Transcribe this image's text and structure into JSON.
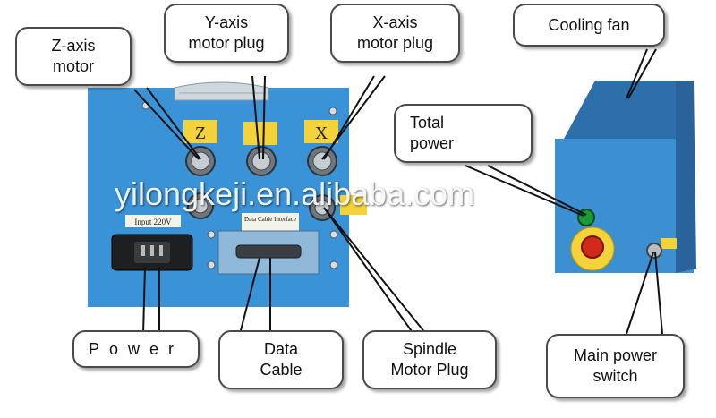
{
  "labels": {
    "z_axis_motor": "Z-axis\nmotor",
    "y_axis_motor_plug": "Y-axis\nmotor plug",
    "x_axis_motor_plug": "X-axis\nmotor plug",
    "cooling_fan": "Cooling fan",
    "total_power": "Total\npower",
    "power": "Power",
    "data_cable": "Data\nCable",
    "spindle_motor_plug": "Spindle\nMotor Plug",
    "main_power_switch": "Main power\nswitch"
  },
  "panel_markings": {
    "z": "Z",
    "x": "X",
    "input": "Input 220V",
    "data_interface": "Data Cable\nInterface"
  },
  "watermark": "yilongkeji.en.alibaba.com",
  "colors": {
    "panel_blue": "#3a93d6",
    "box_blue": "#3c8fd1",
    "tag_yellow": "#f3d23a",
    "outline": "#4a4a4a"
  }
}
